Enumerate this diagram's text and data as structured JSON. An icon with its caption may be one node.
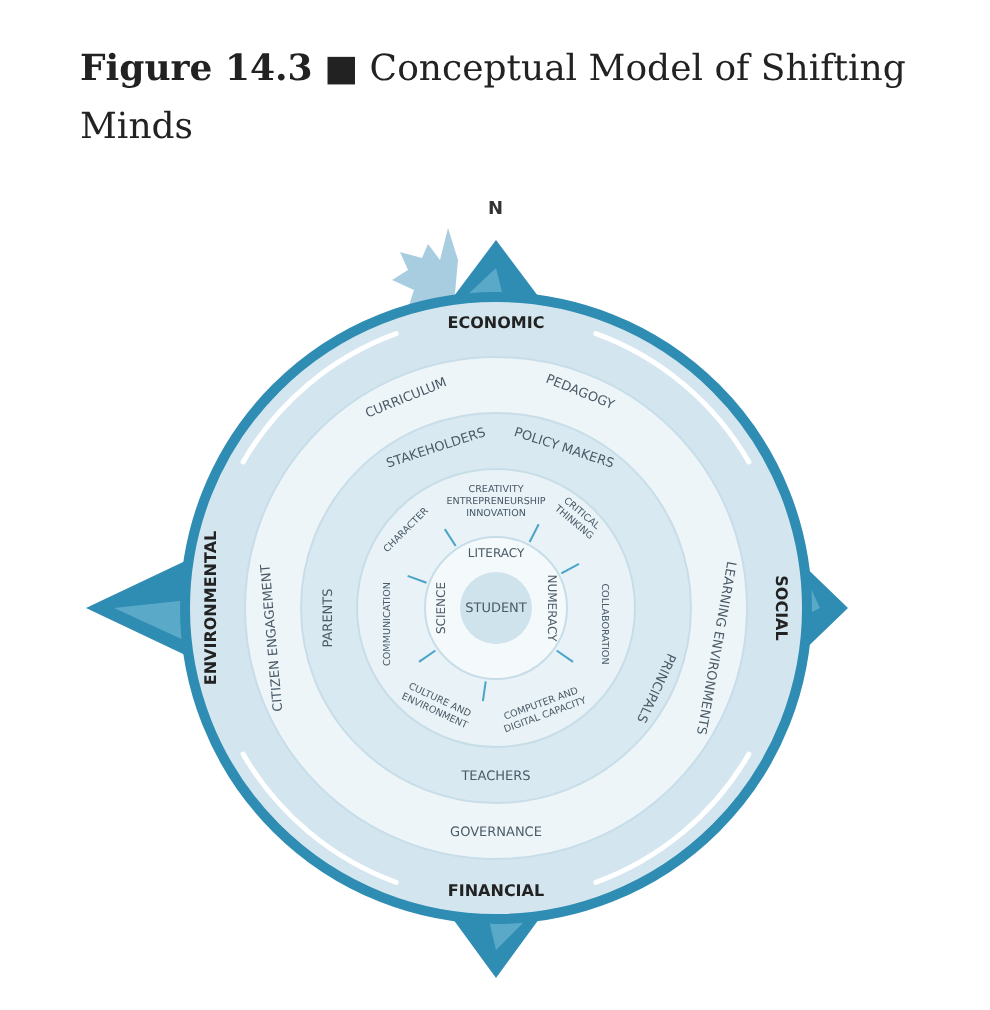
{
  "diagram": {
    "title": "**Figure 14.3** ■ Conceptual Model of Shifting Minds",
    "nodes": [
      {
        "text": [
          "ECONOMIC",
          "SOCIAL",
          "FINANCIAL",
          "ENVIRONMENTAL"
        ]
      },
      {
        "text": [
          "CURRICULUM",
          "PEDAGOGY",
          "LEARNING ENVIRONMENTS",
          "GOVERNANCE",
          "CITIZEN ENGAGEMENT"
        ],
        "in": 0
      },
      {
        "text": [
          "STAKEHOLDERS",
          "POLICY MAKERS",
          "PRINCIPALS",
          "TEACHERS",
          "PARENTS"
        ],
        "in": 1
      },
      {
        "text": [
          "CREATIVITY ENTREPRENEURSHIP INNOVATION",
          "CRITICAL THINKING",
          "COLLABORATION",
          "COMPUTER AND DIGITAL CAPACITY",
          "CULTURE AND ENVIRONMENT",
          "COMMUNICATION",
          "CHARACTER"
        ],
        "in": 2
      },
      {
        "text": [
          "LITERACY",
          "NUMERACY",
          "SCIENCE"
        ],
        "in": 3
      },
      {
        "text": [
          "STUDENT"
        ],
        "in": 4
      }
    ],
    "labels": [
      "N"
    ]
  }
}
